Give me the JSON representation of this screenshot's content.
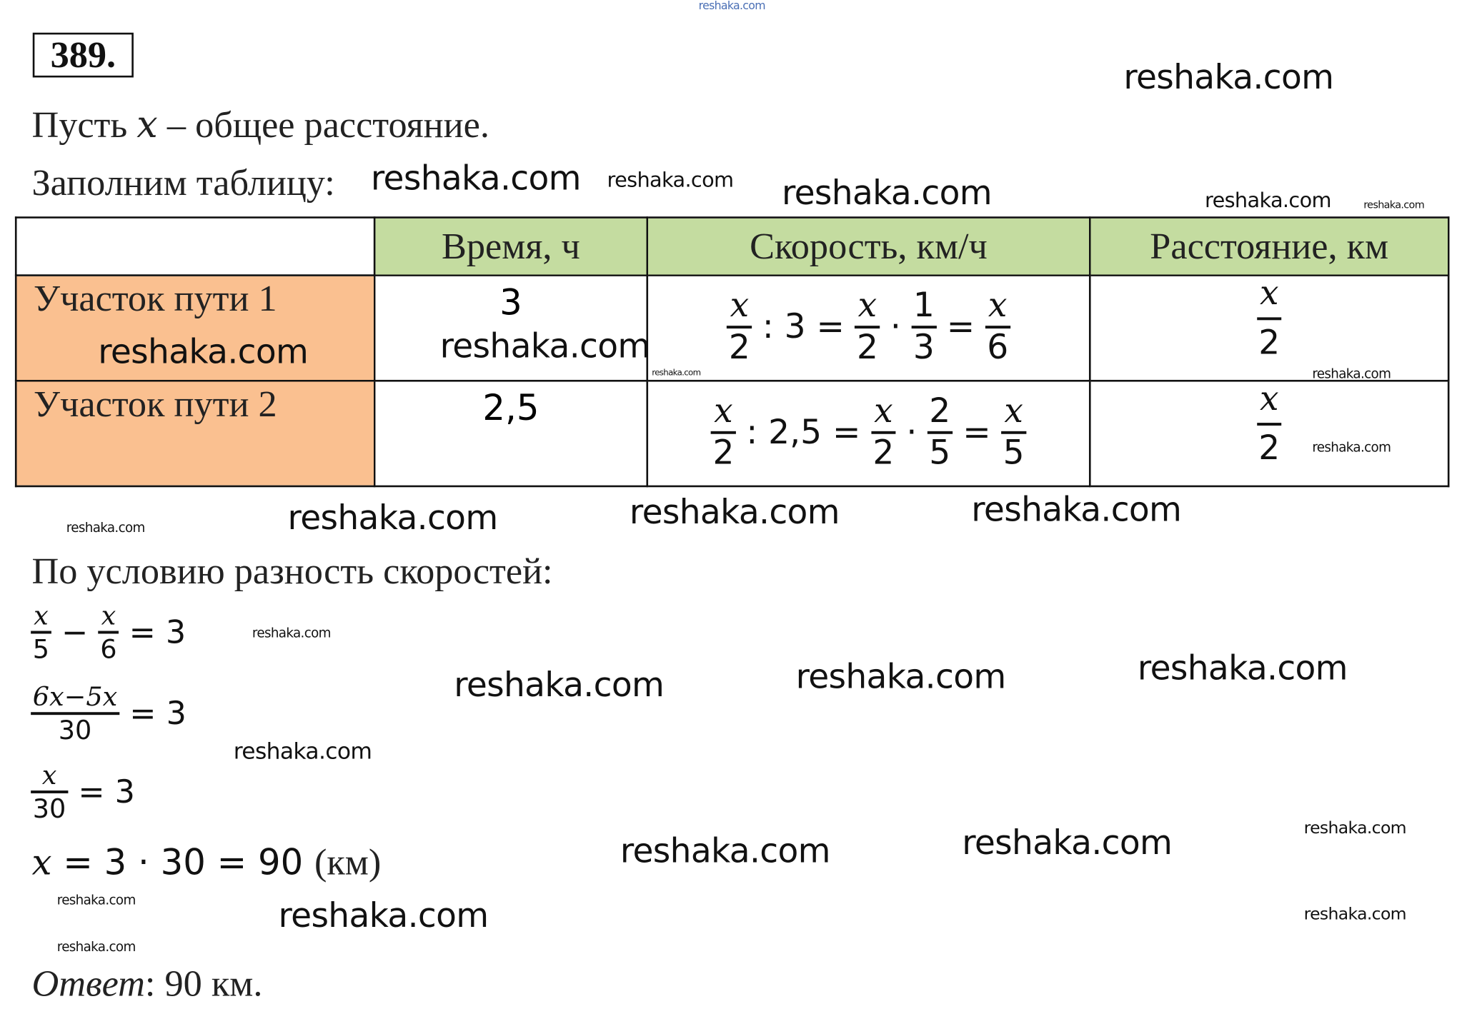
{
  "problem_number": "389.",
  "intro": "Пусть x – общее расстояние.",
  "intro_parts": {
    "a": "Пусть ",
    "x": "x",
    "b": " – общее расстояние."
  },
  "fill_table": "Заполним таблицу:",
  "table": {
    "headers": [
      "",
      "Время, ч",
      "Скорость, км/ч",
      "Расстояние, км"
    ],
    "rows": [
      {
        "label": "Участок пути 1",
        "time": "3",
        "speed": {
          "n1": "x",
          "d1": "2",
          "div": ": 3 =",
          "n2": "x",
          "d2": "2",
          "dot": "·",
          "n3": "1",
          "d3": "3",
          "eq": "=",
          "n4": "x",
          "d4": "6"
        },
        "distance": {
          "n": "x",
          "d": "2"
        }
      },
      {
        "label": "Участок пути 2",
        "time": "2,5",
        "speed": {
          "n1": "x",
          "d1": "2",
          "div": ": 2,5 =",
          "n2": "x",
          "d2": "2",
          "dot": "·",
          "n3": "2",
          "d3": "5",
          "eq": "=",
          "n4": "x",
          "d4": "5"
        },
        "distance": {
          "n": "x",
          "d": "2"
        }
      }
    ]
  },
  "condition": "По условию разность скоростей:",
  "equations": {
    "e1": {
      "n1": "x",
      "d1": "5",
      "minus": "−",
      "n2": "x",
      "d2": "6",
      "rhs": "= 3"
    },
    "e2": {
      "n": "6x−5x",
      "d": "30",
      "rhs": "= 3"
    },
    "e3": {
      "n": "x",
      "d": "30",
      "rhs": "= 3"
    },
    "e4": {
      "x": "x",
      "rest": " = 3 · 30 = 90 ",
      "unit": "(км)"
    }
  },
  "answer": {
    "label": "Ответ",
    "text": ": 90 км."
  },
  "watermarks": [
    "reshaka.com",
    "reshaka.com",
    "reshaka.com",
    "reshaka.com",
    "reshaka.com",
    "reshaka.com",
    "reshaka.com",
    "reshaka.com",
    "reshaka.com",
    "reshaka.com",
    "reshaka.com",
    "reshaka.com",
    "reshaka.com",
    "reshaka.com",
    "reshaka.com",
    "reshaka.com",
    "reshaka.com",
    "reshaka.com",
    "reshaka.com",
    "reshaka.com",
    "reshaka.com",
    "reshaka.com",
    "reshaka.com",
    "reshaka.com",
    "reshaka.com",
    "reshaka.com",
    "reshaka.com",
    "reshaka.com"
  ],
  "colors": {
    "header_bg": "#c4dca0",
    "row_label_bg": "#fac090"
  }
}
